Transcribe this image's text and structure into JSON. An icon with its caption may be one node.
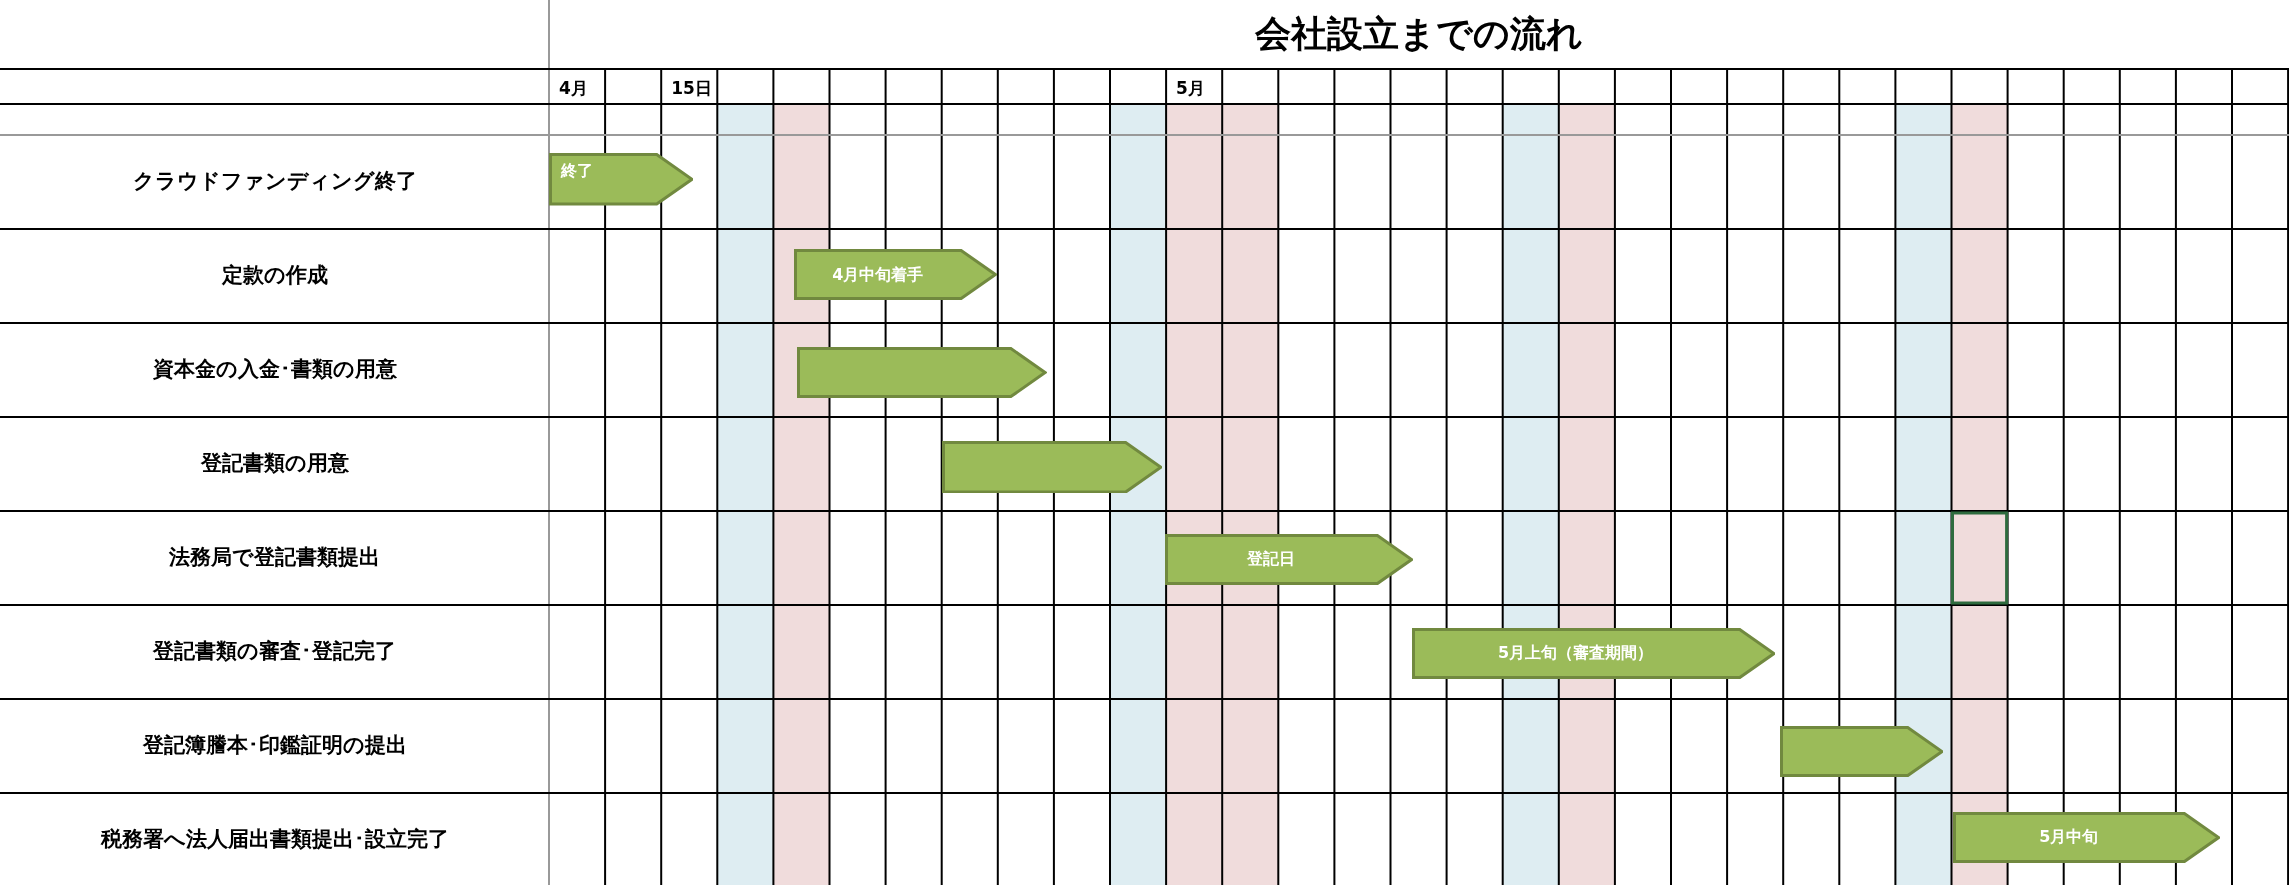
{
  "diagram": {
    "title": "会社設立までの流れ",
    "nodes": [
      {
        "text": [
          "終了"
        ]
      },
      {
        "text": [
          "4月中旬着手"
        ]
      },
      {
        "text": [],
        "shape": "bar"
      },
      {
        "text": [],
        "shape": "bar"
      },
      {
        "text": [
          "登記日"
        ]
      },
      {
        "text": [
          "5月上旬（審査期間）"
        ]
      },
      {
        "text": [],
        "shape": "bar"
      },
      {
        "text": [
          "5月中旬"
        ]
      }
    ],
    "labels": [
      "4月",
      "15日",
      "5月",
      "クラウドファンディング終了",
      "定款の作成",
      "資本金の入金･書類の用意",
      "登記書類の用意",
      "法務局で登記書類提出",
      "登記書類の審査･登記完了",
      "登記簿謄本･印鑑証明の提出",
      "税務署へ法人届出書類提出･設立完了"
    ]
  }
}
